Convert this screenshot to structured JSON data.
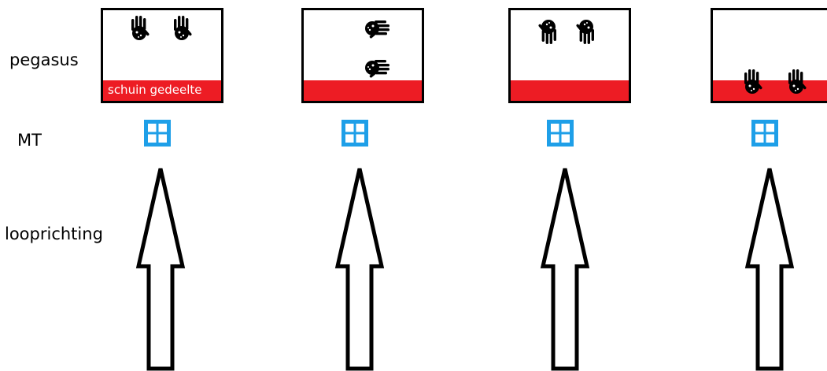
{
  "labels": {
    "pegasus": "pegasus",
    "mt": "MT",
    "walking_direction": "looprichting"
  },
  "panels": [
    {
      "bar_text": "schuin gedeelte",
      "hands": "two hands side by side near top, fingers up"
    },
    {
      "bar_text": "",
      "hands": "two hands stacked on the right, fingers pointing right"
    },
    {
      "bar_text": "",
      "hands": "two hands near top, fingers pointing down"
    },
    {
      "bar_text": "",
      "hands": "two hands on the red bar, fingers up"
    }
  ],
  "colors": {
    "bar": "#ed1c24",
    "mt_icon": "#1e9fe8",
    "outline": "#000000"
  },
  "icons": {
    "mt": "windows-grid-icon",
    "direction": "up-arrow-icon",
    "hand": "handprint-icon"
  }
}
